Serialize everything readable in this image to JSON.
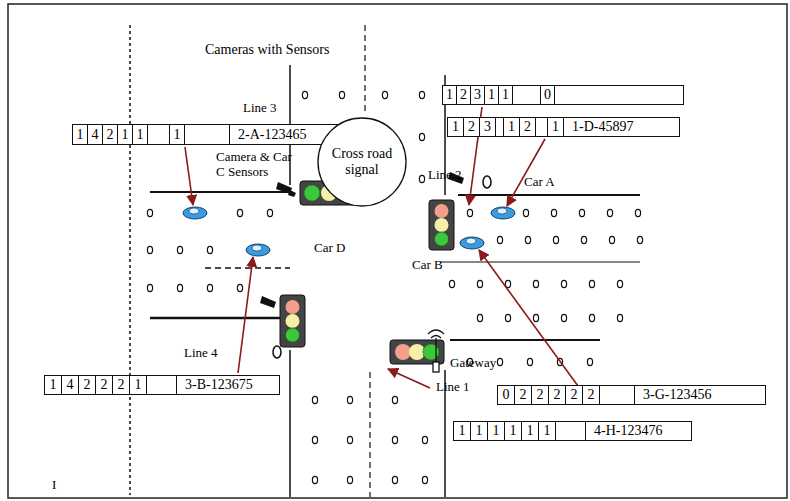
{
  "diagram": {
    "nodes": [
      {
        "text": [
          "1",
          "2",
          "3",
          "1",
          "1",
          "0"
        ]
      },
      {
        "text": [
          "1",
          "2",
          "3",
          "1",
          "2",
          "1",
          "1-D-45897"
        ]
      },
      {
        "text": [
          "1",
          "4",
          "2",
          "1",
          "1",
          "1",
          "2-A-123465"
        ]
      },
      {
        "text": [
          "Cross road signal"
        ]
      },
      {
        "text": [
          "1",
          "4",
          "2",
          "2",
          "2",
          "1",
          "3-B-123675"
        ]
      },
      {
        "text": [
          "0",
          "2",
          "2",
          "2",
          "2",
          "2",
          "3-G-123456"
        ]
      },
      {
        "text": [
          "1",
          "1",
          "1",
          "1",
          "1",
          "1",
          "4-H-123476"
        ]
      }
    ],
    "labels": [
      "Cameras with Sensors",
      "Line 3",
      "Line 2",
      "Car A",
      "Camera & Car C Sensors",
      "Car D",
      "Car B",
      "Line 4",
      "Gateway",
      "Line 1",
      "I"
    ]
  }
}
